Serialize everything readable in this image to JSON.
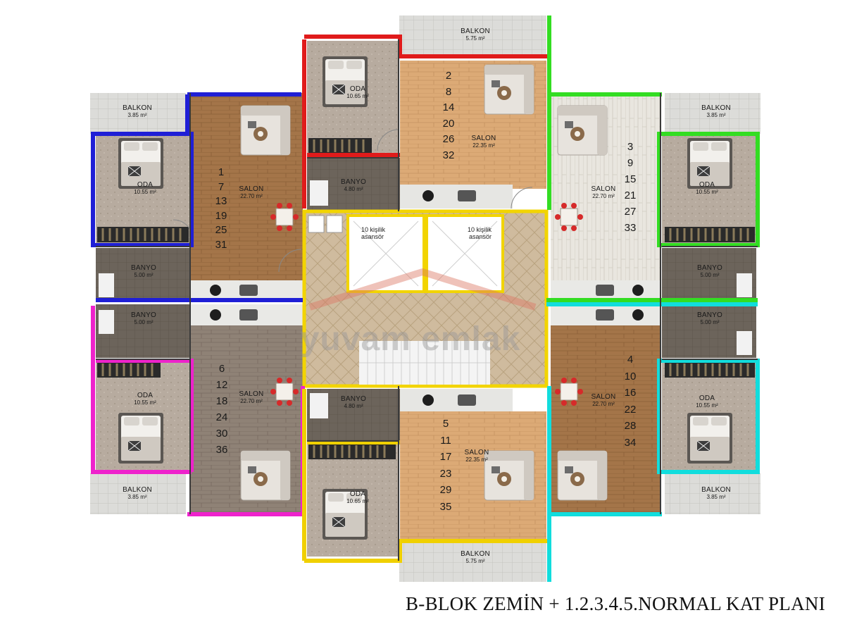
{
  "title": "B-BLOK ZEMİN + 1.2.3.4.5.NORMAL KAT PLANI",
  "watermark": "yuvam emlak",
  "rooms": {
    "balkon_top": {
      "name": "BALKON",
      "area": "5.75 m²"
    },
    "balkon_tl": {
      "name": "BALKON",
      "area": "3.85 m²"
    },
    "balkon_tr": {
      "name": "BALKON",
      "area": "3.85 m²"
    },
    "balkon_bl": {
      "name": "BALKON",
      "area": "3.85 m²"
    },
    "balkon_br": {
      "name": "BALKON",
      "area": "3.85 m²"
    },
    "balkon_bottom": {
      "name": "BALKON",
      "area": "5.75 m²"
    },
    "oda_tc": {
      "name": "ODA",
      "area": "10.65 m²"
    },
    "oda_bc": {
      "name": "ODA",
      "area": "10.65 m²"
    },
    "oda_tl": {
      "name": "ODA",
      "area": "10.55 m²"
    },
    "oda_tr": {
      "name": "ODA",
      "area": "10.55 m²"
    },
    "oda_bl": {
      "name": "ODA",
      "area": "10.55 m²"
    },
    "oda_br": {
      "name": "ODA",
      "area": "10.55 m²"
    },
    "salon_tc": {
      "name": "SALON",
      "area": "22.35 m²"
    },
    "salon_bc": {
      "name": "SALON",
      "area": "22.35 m²"
    },
    "salon_tl": {
      "name": "SALON",
      "area": "22.70 m²"
    },
    "salon_tr": {
      "name": "SALON",
      "area": "22.70 m²"
    },
    "salon_bl": {
      "name": "SALON",
      "area": "22.70 m²"
    },
    "salon_br": {
      "name": "SALON",
      "area": "22.70 m²"
    },
    "banyo_tc": {
      "name": "BANYO",
      "area": "4.80 m²"
    },
    "banyo_bc": {
      "name": "BANYO",
      "area": "4.80 m²"
    },
    "banyo_tl": {
      "name": "BANYO",
      "area": "5.00 m²"
    },
    "banyo_tr": {
      "name": "BANYO",
      "area": "5.00 m²"
    },
    "banyo_bl": {
      "name": "BANYO",
      "area": "5.00 m²"
    },
    "banyo_br": {
      "name": "BANYO",
      "area": "5.00 m²"
    }
  },
  "apartments": {
    "tl": [
      "1",
      "7",
      "13",
      "19",
      "25",
      "31"
    ],
    "tc": [
      "2",
      "8",
      "14",
      "20",
      "26",
      "32"
    ],
    "tr": [
      "3",
      "9",
      "15",
      "21",
      "27",
      "33"
    ],
    "br": [
      "4",
      "10",
      "16",
      "22",
      "28",
      "34"
    ],
    "bc": [
      "5",
      "11",
      "17",
      "23",
      "29",
      "35"
    ],
    "bl": [
      "6",
      "12",
      "18",
      "24",
      "30",
      "36"
    ]
  },
  "elevators": {
    "left": {
      "line1": "10 kişilik",
      "line2": "asansör"
    },
    "right": {
      "line1": "10 kişilik",
      "line2": "asansör"
    }
  },
  "unit_colors": {
    "tl": "#1f1fd6",
    "tc": "#e01b1b",
    "tr": "#33dd22",
    "bl": "#ee22cc",
    "bc": "#f0d000",
    "br": "#11dddd"
  },
  "material_colors": {
    "balcony_tile": "#d9d9d6",
    "wood_warm": "#a97a4e",
    "wood_gray": "#8c7d70",
    "wood_light": "#e7e4dd",
    "parquet": "#d9a976",
    "carpet": "#b8aca0",
    "bath_floor": "#6e655c",
    "core_floor": "#cdb89a",
    "wall": "#2b2b2b"
  }
}
